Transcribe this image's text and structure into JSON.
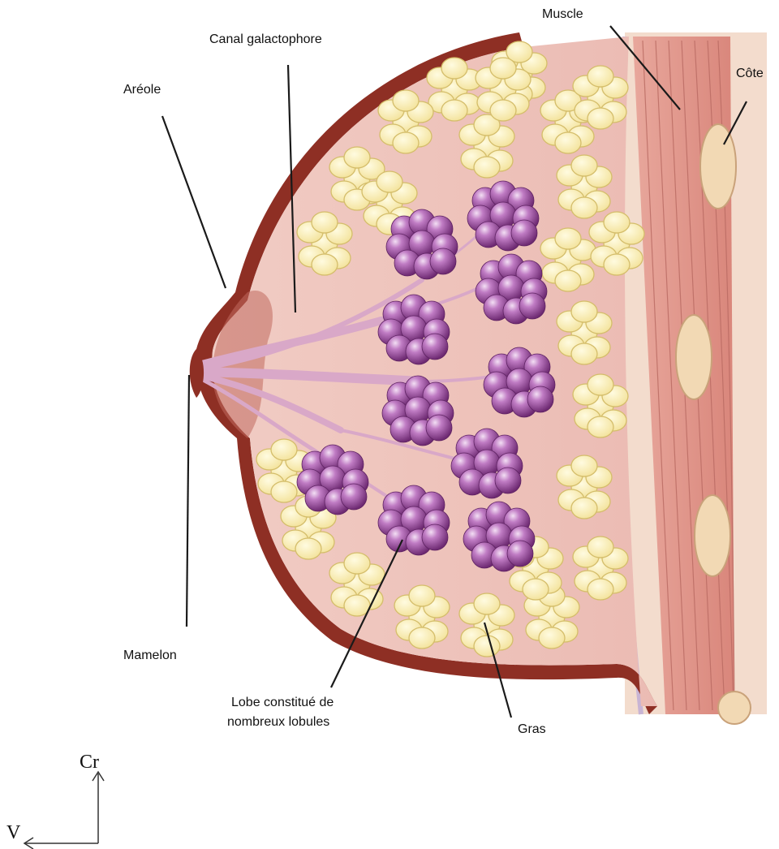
{
  "labels": {
    "areole": "Aréole",
    "canal": "Canal galactophore",
    "muscle": "Muscle",
    "cote": "Côte",
    "mamelon": "Mamelon",
    "lobe_line1": "Lobe constitué de",
    "lobe_line2": "nombreux lobules",
    "gras": "Gras"
  },
  "orientation": {
    "cranial": "Cr",
    "ventral": "V"
  },
  "colors": {
    "skin": "#8e2f24",
    "tissue": "#f0c9c0",
    "fat": "#f7ecb2",
    "fat_outline": "#d4bd6a",
    "lobule": "#a857a8",
    "lobule_dark": "#6e2a72",
    "duct": "#d9a8c8",
    "muscle": "#d98a7f",
    "rib": "#f2d9b4"
  }
}
